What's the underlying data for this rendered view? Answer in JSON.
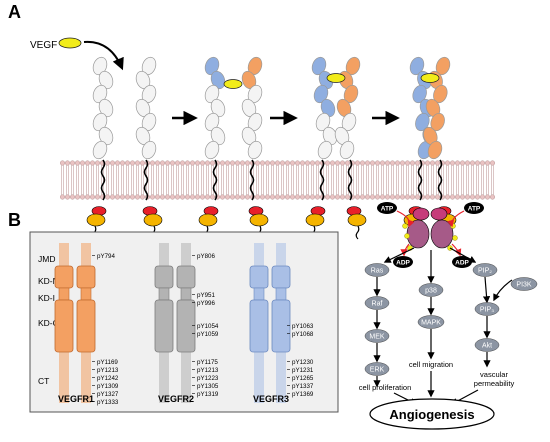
{
  "panel_a": {
    "label": "A",
    "ligand": "VEGF"
  },
  "panel_b": {
    "label": "B",
    "domains": [
      "JMD",
      "KD-N",
      "KD-I",
      "KD-C",
      "CT"
    ],
    "receptors": [
      {
        "name": "VEGFR1",
        "color": "#f3a062",
        "sites_top": [
          "pY794"
        ],
        "sites_mid": [],
        "sites_bottom": [
          "pY1169",
          "pY1213",
          "pY1242",
          "pY1309",
          "pY1327",
          "pY1333"
        ]
      },
      {
        "name": "VEGFR2",
        "color": "#b3b3b3",
        "sites_top": [
          "pY806"
        ],
        "sites_mid": [
          "pY951",
          "pY996",
          "pY1054",
          "pY1059"
        ],
        "sites_bottom": [
          "pY1175",
          "pY1213",
          "pY1223",
          "pY1305",
          "pY1319"
        ]
      },
      {
        "name": "VEGFR3",
        "color": "#a9bfe6",
        "sites_top": [],
        "sites_mid": [
          "pY1063",
          "pY1068"
        ],
        "sites_bottom": [
          "pY1230",
          "pY1231",
          "pY1265",
          "pY1337",
          "pY1369"
        ]
      }
    ]
  },
  "signaling": {
    "atp": "ATP",
    "adp": "ADP",
    "nodes": {
      "ras": "Ras",
      "raf": "Raf",
      "mek": "MEK",
      "erk": "ERK",
      "p38": "p38",
      "mapk": "MAPK",
      "pip2": "PIP₂",
      "pi3k": "PI3K",
      "pip3": "PIP₃",
      "akt": "Akt"
    },
    "outcomes": {
      "proliferation": "cell proliferation",
      "migration": "cell migration",
      "permeability_1": "vascular",
      "permeability_2": "permeability"
    },
    "final": "Angiogenesis"
  },
  "colors": {
    "vegf": "#f2ec1a",
    "orange": "#f3a062",
    "blue": "#8faee0",
    "grey": "#b3b3b3",
    "kinase_red": "#e8202a",
    "kinase_yellow": "#f5b400",
    "node": "#8c95a3",
    "dimer": "#a65a88"
  }
}
